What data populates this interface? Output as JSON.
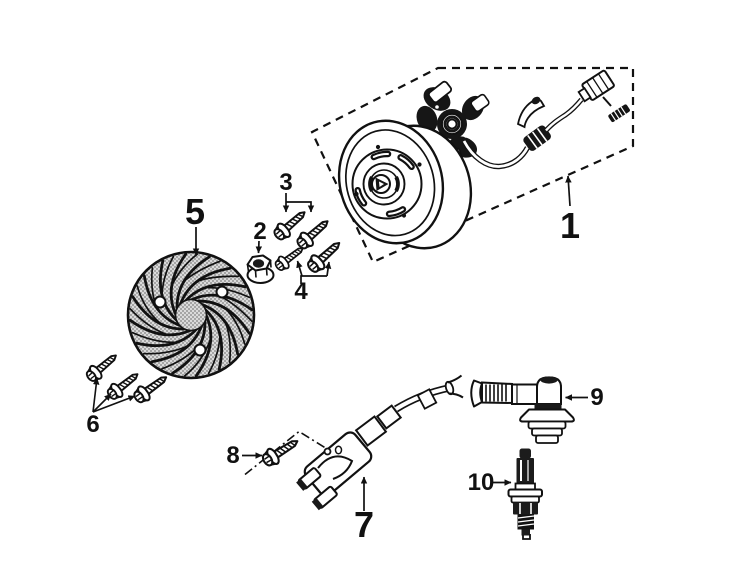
{
  "diagram": {
    "type": "exploded-parts-diagram",
    "subject": "engine-magneto-ignition-assembly",
    "colors": {
      "background": "#ffffff",
      "line": "#111111",
      "fan_base": "#dadada",
      "fan_dots": "#959595"
    },
    "callouts": [
      {
        "number": "1",
        "part": "magneto-rotor-stator-wiring-assembly"
      },
      {
        "number": "2",
        "part": "flange-nut"
      },
      {
        "number": "3",
        "part": "screw-pair-upper"
      },
      {
        "number": "4",
        "part": "screw-pair-lower"
      },
      {
        "number": "5",
        "part": "cooling-fan"
      },
      {
        "number": "6",
        "part": "fan-screw-set"
      },
      {
        "number": "7",
        "part": "ignition-coil"
      },
      {
        "number": "8",
        "part": "coil-mounting-bolt"
      },
      {
        "number": "9",
        "part": "spark-plug-cap"
      },
      {
        "number": "10",
        "part": "spark-plug"
      }
    ]
  }
}
